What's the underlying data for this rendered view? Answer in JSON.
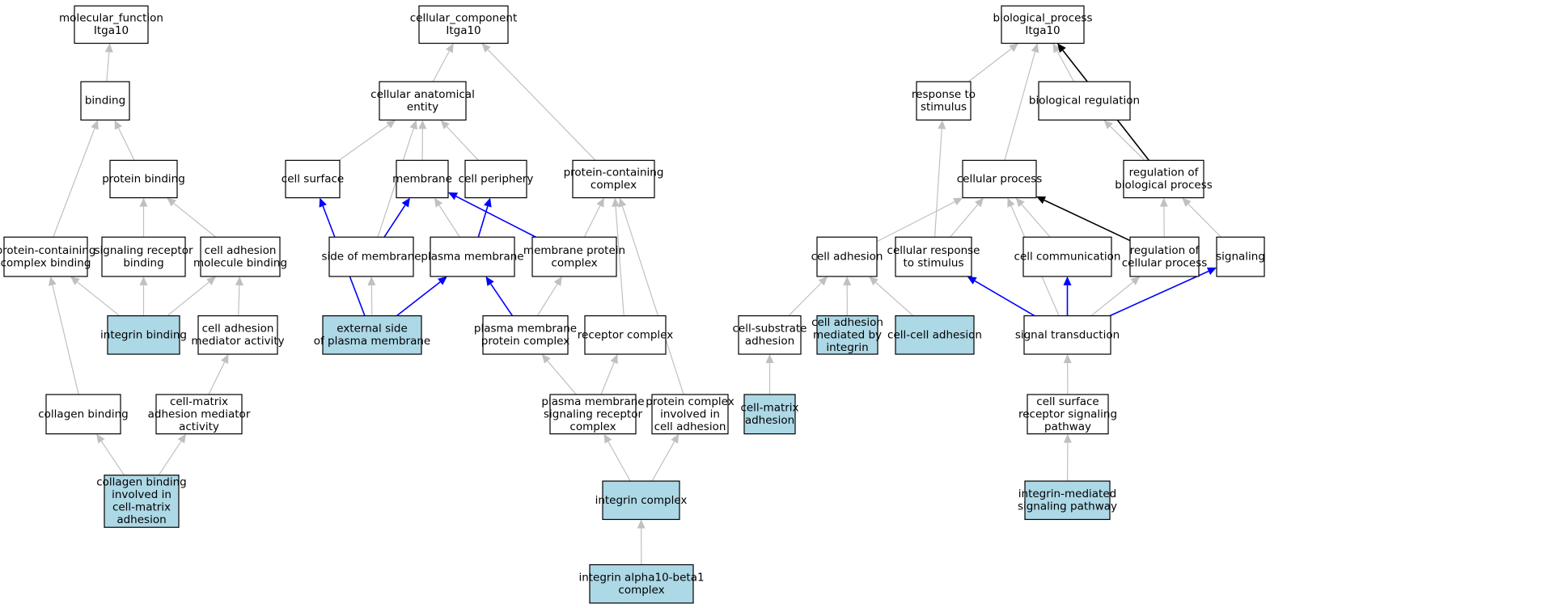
{
  "colors": {
    "highlight_fill": "#add8e6",
    "node_fill": "#ffffff",
    "node_stroke": "#000000",
    "edge_gray": "#c0c0c0",
    "edge_blue": "#0000ff",
    "edge_black": "#000000"
  },
  "nodes": [
    {
      "id": "mf",
      "lines": [
        "molecular_function",
        "Itga10"
      ],
      "highlight": false
    },
    {
      "id": "binding",
      "lines": [
        "binding"
      ],
      "highlight": false
    },
    {
      "id": "protein_binding",
      "lines": [
        "protein binding"
      ],
      "highlight": false
    },
    {
      "id": "pc_binding",
      "lines": [
        "protein-containing",
        "complex binding"
      ],
      "highlight": false
    },
    {
      "id": "sig_rec_binding",
      "lines": [
        "signaling receptor",
        "binding"
      ],
      "highlight": false
    },
    {
      "id": "ca_mol_binding",
      "lines": [
        "cell adhesion",
        "molecule binding"
      ],
      "highlight": false
    },
    {
      "id": "integrin_binding",
      "lines": [
        "integrin binding"
      ],
      "highlight": true
    },
    {
      "id": "ca_mediator",
      "lines": [
        "cell adhesion",
        "mediator activity"
      ],
      "highlight": false
    },
    {
      "id": "collagen_binding",
      "lines": [
        "collagen binding"
      ],
      "highlight": false
    },
    {
      "id": "cm_mediator",
      "lines": [
        "cell-matrix",
        "adhesion mediator",
        "activity"
      ],
      "highlight": false
    },
    {
      "id": "collagen_cm",
      "lines": [
        "collagen binding",
        "involved in",
        "cell-matrix",
        "adhesion"
      ],
      "highlight": true
    },
    {
      "id": "cc",
      "lines": [
        "cellular_component",
        "Itga10"
      ],
      "highlight": false
    },
    {
      "id": "cae",
      "lines": [
        "cellular anatomical",
        "entity"
      ],
      "highlight": false
    },
    {
      "id": "cell_surface",
      "lines": [
        "cell surface"
      ],
      "highlight": false
    },
    {
      "id": "membrane",
      "lines": [
        "membrane"
      ],
      "highlight": false
    },
    {
      "id": "cell_periphery",
      "lines": [
        "cell periphery"
      ],
      "highlight": false
    },
    {
      "id": "pcc",
      "lines": [
        "protein-containing",
        "complex"
      ],
      "highlight": false
    },
    {
      "id": "side_membrane",
      "lines": [
        "side of membrane"
      ],
      "highlight": false
    },
    {
      "id": "plasma_membrane",
      "lines": [
        "plasma membrane"
      ],
      "highlight": false
    },
    {
      "id": "mem_prot_complex",
      "lines": [
        "membrane protein",
        "complex"
      ],
      "highlight": false
    },
    {
      "id": "ext_side_pm",
      "lines": [
        "external side",
        "of plasma membrane"
      ],
      "highlight": true
    },
    {
      "id": "pm_prot_complex",
      "lines": [
        "plasma membrane",
        "protein complex"
      ],
      "highlight": false
    },
    {
      "id": "receptor_complex",
      "lines": [
        "receptor complex"
      ],
      "highlight": false
    },
    {
      "id": "pm_sig_rec_complex",
      "lines": [
        "plasma membrane",
        "signaling receptor",
        "complex"
      ],
      "highlight": false
    },
    {
      "id": "pc_cell_adhesion",
      "lines": [
        "protein complex",
        "involved in",
        "cell adhesion"
      ],
      "highlight": false
    },
    {
      "id": "integrin_complex",
      "lines": [
        "integrin complex"
      ],
      "highlight": true
    },
    {
      "id": "a10b1",
      "lines": [
        "integrin alpha10-beta1",
        "complex"
      ],
      "highlight": true
    },
    {
      "id": "bp",
      "lines": [
        "biological_process",
        "Itga10"
      ],
      "highlight": false
    },
    {
      "id": "resp_stimulus",
      "lines": [
        "response to",
        "stimulus"
      ],
      "highlight": false
    },
    {
      "id": "bio_reg",
      "lines": [
        "biological regulation"
      ],
      "highlight": false
    },
    {
      "id": "cellular_process",
      "lines": [
        "cellular process"
      ],
      "highlight": false
    },
    {
      "id": "reg_bio_process",
      "lines": [
        "regulation of",
        "biological process"
      ],
      "highlight": false
    },
    {
      "id": "cell_adhesion",
      "lines": [
        "cell adhesion"
      ],
      "highlight": false
    },
    {
      "id": "cell_resp_stimulus",
      "lines": [
        "cellular response",
        "to stimulus"
      ],
      "highlight": false
    },
    {
      "id": "cell_comm",
      "lines": [
        "cell communication"
      ],
      "highlight": false
    },
    {
      "id": "reg_cell_process",
      "lines": [
        "regulation of",
        "cellular process"
      ],
      "highlight": false
    },
    {
      "id": "signaling",
      "lines": [
        "signaling"
      ],
      "highlight": false
    },
    {
      "id": "cs_adhesion",
      "lines": [
        "cell-substrate",
        "adhesion"
      ],
      "highlight": false
    },
    {
      "id": "ca_integrin",
      "lines": [
        "cell adhesion",
        "mediated by",
        "integrin"
      ],
      "highlight": true
    },
    {
      "id": "cc_adhesion",
      "lines": [
        "cell-cell adhesion"
      ],
      "highlight": true
    },
    {
      "id": "sig_trans",
      "lines": [
        "signal transduction"
      ],
      "highlight": false
    },
    {
      "id": "cm_adhesion",
      "lines": [
        "cell-matrix",
        "adhesion"
      ],
      "highlight": true
    },
    {
      "id": "csrsp",
      "lines": [
        "cell surface",
        "receptor signaling",
        "pathway"
      ],
      "highlight": false
    },
    {
      "id": "imsp",
      "lines": [
        "integrin-mediated",
        "signaling pathway"
      ],
      "highlight": true
    }
  ],
  "edges": [
    {
      "from": "binding",
      "to": "mf",
      "color": "gray"
    },
    {
      "from": "protein_binding",
      "to": "binding",
      "color": "gray"
    },
    {
      "from": "pc_binding",
      "to": "binding",
      "color": "gray"
    },
    {
      "from": "sig_rec_binding",
      "to": "protein_binding",
      "color": "gray"
    },
    {
      "from": "ca_mol_binding",
      "to": "protein_binding",
      "color": "gray"
    },
    {
      "from": "integrin_binding",
      "to": "pc_binding",
      "color": "gray"
    },
    {
      "from": "integrin_binding",
      "to": "sig_rec_binding",
      "color": "gray"
    },
    {
      "from": "integrin_binding",
      "to": "ca_mol_binding",
      "color": "gray"
    },
    {
      "from": "ca_mediator",
      "to": "ca_mol_binding",
      "color": "gray"
    },
    {
      "from": "collagen_binding",
      "to": "pc_binding",
      "color": "gray"
    },
    {
      "from": "cm_mediator",
      "to": "ca_mediator",
      "color": "gray"
    },
    {
      "from": "collagen_cm",
      "to": "collagen_binding",
      "color": "gray"
    },
    {
      "from": "collagen_cm",
      "to": "cm_mediator",
      "color": "gray"
    },
    {
      "from": "cae",
      "to": "cc",
      "color": "gray"
    },
    {
      "from": "pcc",
      "to": "cc",
      "color": "gray"
    },
    {
      "from": "cell_surface",
      "to": "cae",
      "color": "gray"
    },
    {
      "from": "membrane",
      "to": "cae",
      "color": "gray"
    },
    {
      "from": "cell_periphery",
      "to": "cae",
      "color": "gray"
    },
    {
      "from": "side_membrane",
      "to": "cae",
      "color": "gray"
    },
    {
      "from": "side_membrane",
      "to": "membrane",
      "color": "blue"
    },
    {
      "from": "plasma_membrane",
      "to": "membrane",
      "color": "gray"
    },
    {
      "from": "plasma_membrane",
      "to": "cell_periphery",
      "color": "blue"
    },
    {
      "from": "mem_prot_complex",
      "to": "membrane",
      "color": "blue"
    },
    {
      "from": "mem_prot_complex",
      "to": "pcc",
      "color": "gray"
    },
    {
      "from": "ext_side_pm",
      "to": "cell_surface",
      "color": "blue"
    },
    {
      "from": "ext_side_pm",
      "to": "side_membrane",
      "color": "gray"
    },
    {
      "from": "ext_side_pm",
      "to": "plasma_membrane",
      "color": "blue"
    },
    {
      "from": "pm_prot_complex",
      "to": "plasma_membrane",
      "color": "blue"
    },
    {
      "from": "pm_prot_complex",
      "to": "mem_prot_complex",
      "color": "gray"
    },
    {
      "from": "receptor_complex",
      "to": "pcc",
      "color": "gray"
    },
    {
      "from": "pc_cell_adhesion",
      "to": "pcc",
      "color": "gray"
    },
    {
      "from": "pm_sig_rec_complex",
      "to": "pm_prot_complex",
      "color": "gray"
    },
    {
      "from": "pm_sig_rec_complex",
      "to": "receptor_complex",
      "color": "gray"
    },
    {
      "from": "integrin_complex",
      "to": "pm_sig_rec_complex",
      "color": "gray"
    },
    {
      "from": "integrin_complex",
      "to": "pc_cell_adhesion",
      "color": "gray"
    },
    {
      "from": "a10b1",
      "to": "integrin_complex",
      "color": "gray"
    },
    {
      "from": "resp_stimulus",
      "to": "bp",
      "color": "gray"
    },
    {
      "from": "bio_reg",
      "to": "bp",
      "color": "gray"
    },
    {
      "from": "cellular_process",
      "to": "bp",
      "color": "gray"
    },
    {
      "from": "reg_bio_process",
      "to": "bp",
      "color": "black"
    },
    {
      "from": "reg_bio_process",
      "to": "bio_reg",
      "color": "gray"
    },
    {
      "from": "cell_resp_stimulus",
      "to": "resp_stimulus",
      "color": "gray"
    },
    {
      "from": "cell_adhesion",
      "to": "cellular_process",
      "color": "gray"
    },
    {
      "from": "cell_resp_stimulus",
      "to": "cellular_process",
      "color": "gray"
    },
    {
      "from": "cell_comm",
      "to": "cellular_process",
      "color": "gray"
    },
    {
      "from": "reg_cell_process",
      "to": "cellular_process",
      "color": "black"
    },
    {
      "from": "reg_cell_process",
      "to": "reg_bio_process",
      "color": "gray"
    },
    {
      "from": "signaling",
      "to": "reg_bio_process",
      "color": "gray"
    },
    {
      "from": "cs_adhesion",
      "to": "cell_adhesion",
      "color": "gray"
    },
    {
      "from": "ca_integrin",
      "to": "cell_adhesion",
      "color": "gray"
    },
    {
      "from": "cc_adhesion",
      "to": "cell_adhesion",
      "color": "gray"
    },
    {
      "from": "sig_trans",
      "to": "cellular_process",
      "color": "gray"
    },
    {
      "from": "sig_trans",
      "to": "cell_resp_stimulus",
      "color": "blue"
    },
    {
      "from": "sig_trans",
      "to": "cell_comm",
      "color": "blue"
    },
    {
      "from": "sig_trans",
      "to": "reg_cell_process",
      "color": "gray"
    },
    {
      "from": "sig_trans",
      "to": "signaling",
      "color": "blue"
    },
    {
      "from": "cm_adhesion",
      "to": "cs_adhesion",
      "color": "gray"
    },
    {
      "from": "csrsp",
      "to": "sig_trans",
      "color": "gray"
    },
    {
      "from": "imsp",
      "to": "csrsp",
      "color": "gray"
    }
  ]
}
